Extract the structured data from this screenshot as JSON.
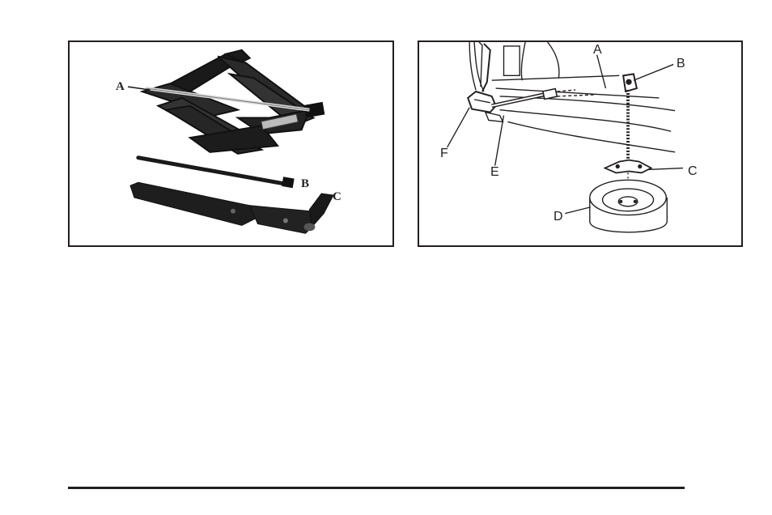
{
  "left_figure": {
    "labels": {
      "a": "A",
      "b": "B",
      "c": "C"
    }
  },
  "right_figure": {
    "labels": {
      "a": "A",
      "b": "B",
      "c": "C",
      "d": "D",
      "e": "E",
      "f": "F"
    }
  }
}
